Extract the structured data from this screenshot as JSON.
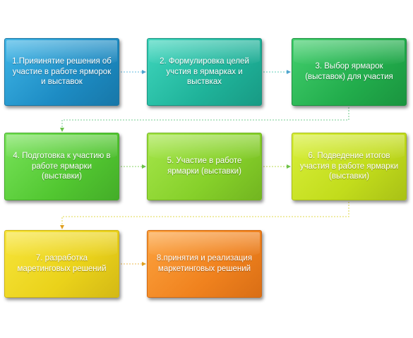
{
  "steps": [
    {
      "label": "1.Прияинятие решения об участие в работе ярморок и выставок",
      "color": "#1d8cc4"
    },
    {
      "label": "2. Формулировка целей учстия в ярмарках и выствках",
      "color": "#1fb39a"
    },
    {
      "label": "3. Выбор ярмарок (выставок) для участия",
      "color": "#22ad4c"
    },
    {
      "label": "4. Подготовка  к участию в работе ярмарки (выставки)",
      "color": "#52c731"
    },
    {
      "label": "5. Участие в работе ярмарки (выставки)",
      "color": "#86d02a"
    },
    {
      "label": "6. Подведение итогов участия в работе ярмарки (выставки)",
      "color": "#c2dc1c"
    },
    {
      "label": "7. разработка маретинговых решений",
      "color": "#ead21a"
    },
    {
      "label": "8.принятия и реализация маркетинговых решений",
      "color": "#f0821e"
    }
  ],
  "connector_color": "#7fc6e6"
}
